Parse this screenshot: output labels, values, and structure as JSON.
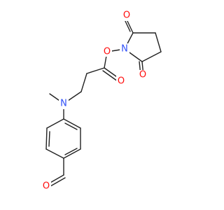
{
  "molecule": {
    "atoms": [
      {
        "id": "O_top",
        "symbol": "O",
        "color": "#ff0d0d"
      },
      {
        "id": "O_ester",
        "symbol": "O",
        "color": "#ff0d0d"
      },
      {
        "id": "N_ring",
        "symbol": "N",
        "color": "#3050f8"
      },
      {
        "id": "O_right",
        "symbol": "O",
        "color": "#ff0d0d"
      },
      {
        "id": "O_carb",
        "symbol": "O",
        "color": "#ff0d0d"
      },
      {
        "id": "N_amine",
        "symbol": "N",
        "color": "#3050f8"
      },
      {
        "id": "O_ald",
        "symbol": "O",
        "color": "#ff0d0d"
      }
    ],
    "bond_color": "#222222"
  }
}
